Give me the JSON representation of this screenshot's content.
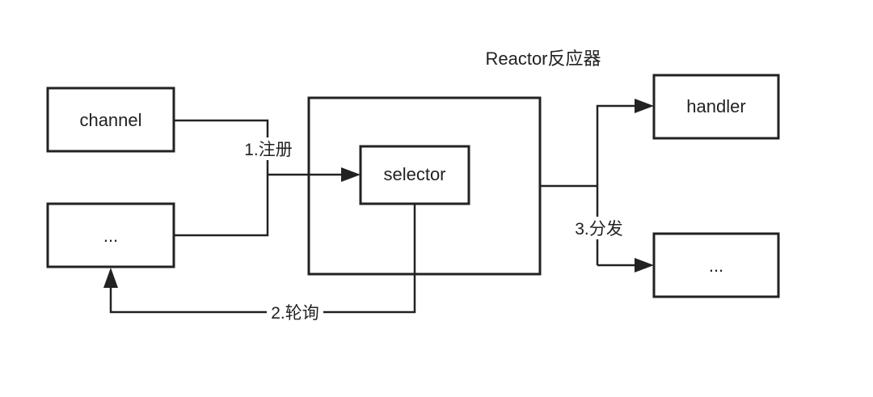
{
  "diagram": {
    "title": "Reactor反应器",
    "nodes": {
      "channel": "channel",
      "channel_more": "...",
      "selector": "selector",
      "handler": "handler",
      "handler_more": "..."
    },
    "edges": {
      "register": "1.注册",
      "poll": "2.轮询",
      "dispatch": "3.分发"
    },
    "colors": {
      "stroke": "#222222",
      "background": "#ffffff"
    }
  }
}
